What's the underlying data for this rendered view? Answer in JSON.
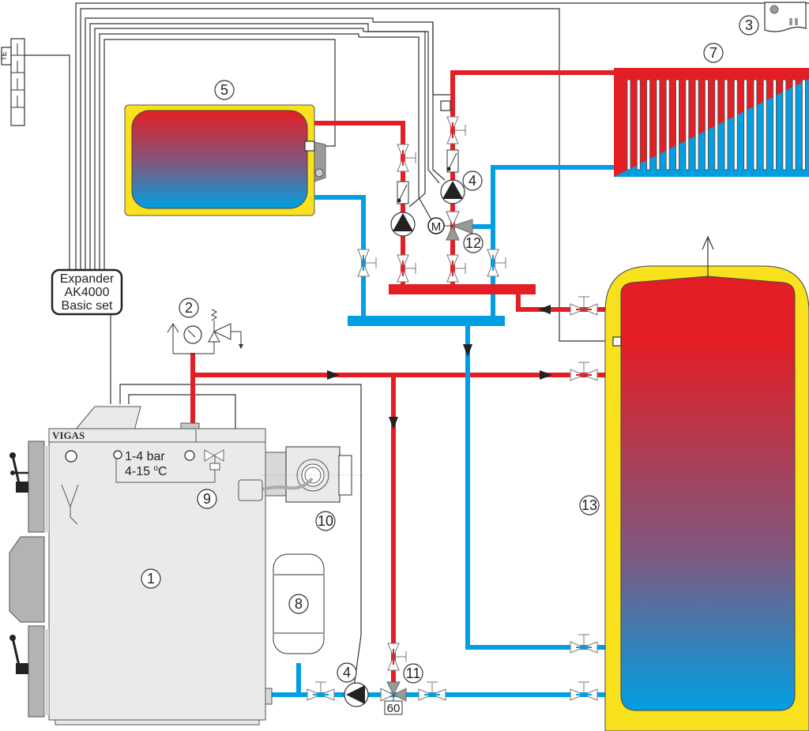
{
  "diagram": {
    "type": "heating-system-schematic",
    "boiler": {
      "number": "1",
      "brand": "VIGAS"
    },
    "safety_group": {
      "number": "2"
    },
    "room_thermostat": {
      "number": "3"
    },
    "pumps": [
      {
        "number": "4",
        "location": "boiler-circuit"
      },
      {
        "number": "4",
        "location": "radiator-circuit"
      }
    ],
    "hot_water_tank": {
      "number": "5"
    },
    "radiator": {
      "number": "7"
    },
    "expansion_vessel": {
      "number": "8"
    },
    "cooling_loop_valve": {
      "number": "9",
      "pressure_label": "1-4 bar",
      "temperature_label": "4-15 °C",
      "temp_prefix": "4-15 ",
      "temp_degree": "o",
      "temp_unit": "C"
    },
    "burner_fan": {
      "number": "10"
    },
    "thermostatic_mixing_valve": {
      "number": "11",
      "setpoint": "60"
    },
    "motorized_mixing_valve": {
      "number": "12",
      "motor_label": "M"
    },
    "accumulation_tank": {
      "number": "13"
    },
    "expander": {
      "line1": "Expander",
      "line2": "AK4000",
      "line3": "Basic set"
    },
    "outdoor_sensor": {
      "label": "TE"
    },
    "colors": {
      "hot": "#e31e24",
      "cold": "#009fe3",
      "insulation": "#f9e11e",
      "boiler_body": "#e9eaea",
      "wire": "#333333"
    }
  }
}
